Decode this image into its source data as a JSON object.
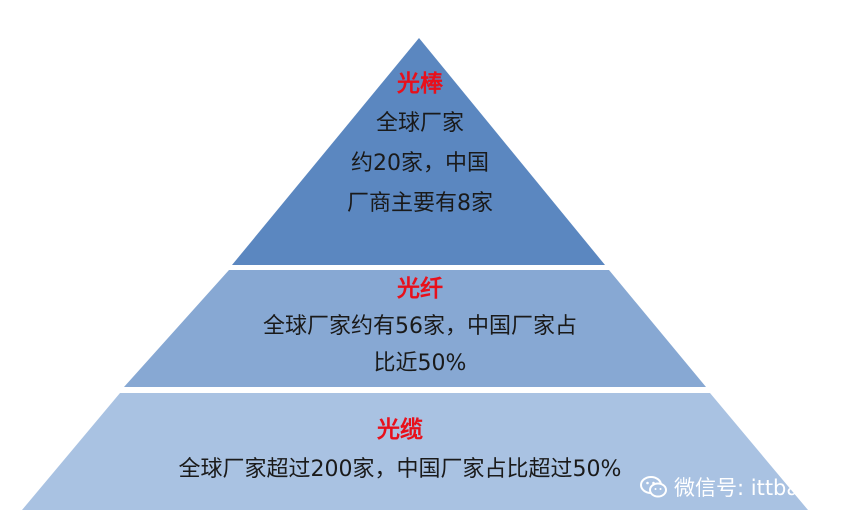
{
  "pyramid": {
    "colors": {
      "top": "#5b87c0",
      "middle": "#87a8d3",
      "bottom": "#a9c2e2",
      "title": "#e8101b",
      "text": "#1a1a1a"
    },
    "tiers": [
      {
        "title": "光棒",
        "lines": [
          "全球厂家",
          "约20家，中国",
          "厂商主要有8家"
        ]
      },
      {
        "title": "光纤",
        "lines": [
          "全球厂家约有56家，中国厂家占",
          "比近50%"
        ]
      },
      {
        "title": "光缆",
        "lines": [
          "全球厂家超过200家，中国厂家占比超过50%"
        ]
      }
    ]
  },
  "watermark": {
    "icon": "wechat-icon",
    "text": "微信号: ittbank"
  }
}
